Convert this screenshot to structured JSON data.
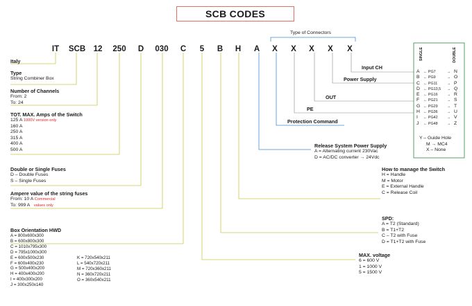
{
  "title": "SCB CODES",
  "connectors_label": "Type of Connectors",
  "codes": [
    "IT",
    "SCB",
    "12",
    "250",
    "D",
    "030",
    "C",
    "5",
    "B",
    "H",
    "A",
    "X",
    "X",
    "X",
    "X",
    "X"
  ],
  "italy": "Italy",
  "type": {
    "heading": "Type",
    "value": "String Combiner Box"
  },
  "channels": {
    "heading": "Number of Channels",
    "from": "From: 2",
    "to": "To: 24"
  },
  "amps": {
    "heading": "TOT. MAX. Amps of the Switch",
    "values": [
      "125 A",
      "160 A",
      "250 A",
      "315 A",
      "400 A",
      "500 A"
    ],
    "note": "1000V version only"
  },
  "fuses": {
    "heading": "Double or Single Fuses",
    "values": [
      "D – Double Fuses",
      "S – Single Fuses"
    ]
  },
  "fuse_amp": {
    "heading": "Ampere value of the string fuses",
    "from": "From: 10 A",
    "from_note": "Commercial",
    "to": "To: 999 A",
    "to_note": "values only"
  },
  "orientation": {
    "heading": "Box Orientation HWD",
    "col1": [
      "A = 800x600x300",
      "B = 600x800x300",
      "C = 1010x795x300",
      "D = 795x1000x300",
      "E = 600x500x230",
      "F = 600x400x230",
      "G = 500x400x200",
      "H = 400x400x200",
      "I = 400x300x200",
      "J = 300x250x140"
    ],
    "col2": [
      "K = 720x540x211",
      "L = 540x720x211",
      "M = 720x360x211",
      "N = 360x720x211",
      "O = 360x540x211"
    ]
  },
  "input_ch": "Input CH",
  "power_supply": "Power Supply",
  "out": "OUT",
  "pe": "PE",
  "protection": "Protection Command",
  "release": {
    "heading": "Release System Power Supply",
    "values": [
      "A = Alternating current 230Vac",
      "D = AC/DC converter → 24Vdc"
    ]
  },
  "manage": {
    "heading": "How to manage the Switch",
    "values": [
      "H = Handle",
      "M = Motor",
      "E = External Handle",
      "C = Release Coil"
    ]
  },
  "spd": {
    "heading": "SPD:",
    "values": [
      "A = T2 (Standard)",
      "B = T1+T2",
      "C – T2 with Fuse",
      "D = T1+T2 with Fuse"
    ]
  },
  "voltage": {
    "heading": "MAX. voltage",
    "values": [
      "6 = 600 V",
      "1 = 1000 V",
      "5 = 1500 V"
    ]
  },
  "connectors": {
    "single_label": "SINGLE",
    "double_label": "DOUBLE",
    "rows": [
      {
        "s": "A",
        "pg": "PG7",
        "d": "N"
      },
      {
        "s": "B",
        "pg": "PG9",
        "d": "O"
      },
      {
        "s": "C",
        "pg": "PG11",
        "d": "P"
      },
      {
        "s": "D",
        "pg": "PG13,5",
        "d": "Q"
      },
      {
        "s": "E",
        "pg": "PG16",
        "d": "R"
      },
      {
        "s": "F",
        "pg": "PG21",
        "d": "S"
      },
      {
        "s": "G",
        "pg": "PG29",
        "d": "T"
      },
      {
        "s": "H",
        "pg": "PG36",
        "d": "U"
      },
      {
        "s": "I",
        "pg": "PG42",
        "d": "V"
      },
      {
        "s": "J",
        "pg": "PG48",
        "d": "Z"
      }
    ],
    "extra": [
      "Y – Guide Hole",
      "M → MC4",
      "X – None"
    ]
  }
}
